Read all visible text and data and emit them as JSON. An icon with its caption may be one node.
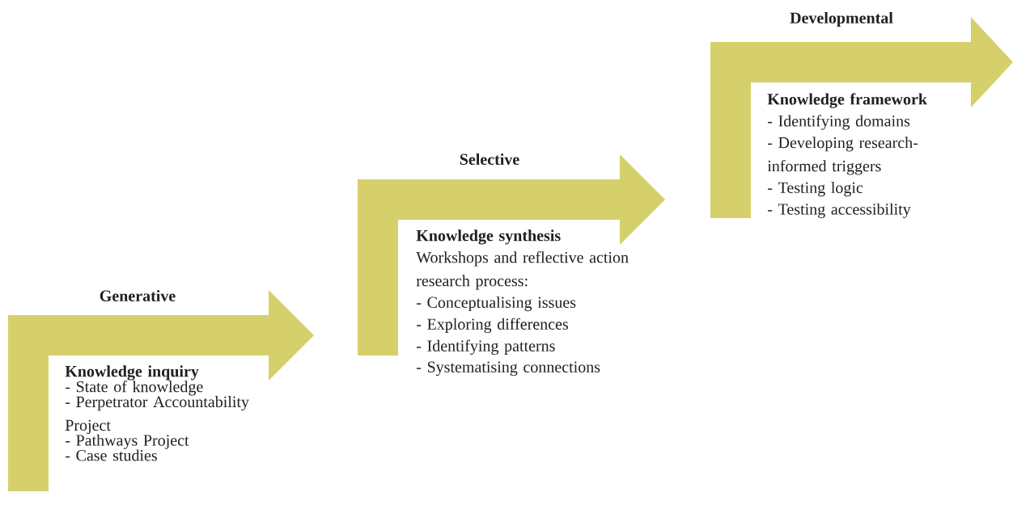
{
  "diagram": {
    "nodes": [
      {
        "text": [
          "Generative",
          "Knowledge inquiry",
          "- State of  knowledge",
          "- Perpetrator Accountability Project",
          "- Pathways Project",
          "- Case studies"
        ]
      },
      {
        "text": [
          "Selective",
          "Knowledge synthesis",
          "Workshops and reflective action research process:",
          "- Conceptualising issues",
          "- Exploring differences",
          "- Identifying patterns",
          "- Systematising connections"
        ]
      },
      {
        "text": [
          "Developmental",
          "Knowledge framework",
          "- Identifying domains",
          "- Developing research-informed triggers",
          "- Testing logic",
          "- Testing accessibility"
        ]
      }
    ],
    "edges": []
  }
}
